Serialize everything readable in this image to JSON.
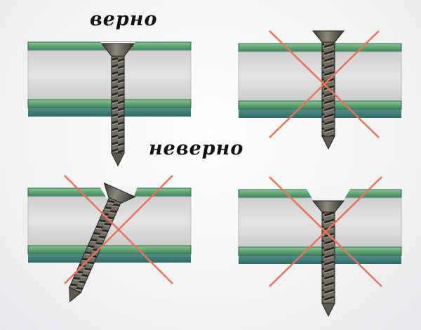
{
  "labels": {
    "correct": "верно",
    "incorrect": "неверно"
  },
  "colors": {
    "core": "#d8d8d8",
    "paper_green": "#6fb37c",
    "paper_dark": "#3f7f72",
    "screw": "#6b6a60",
    "screw_dark": "#2d2c27",
    "cross": "#e8745a"
  },
  "panels": [
    {
      "name": "correct-panel",
      "verdict": "correct",
      "crossed": false
    },
    {
      "name": "screw-not-countersunk-panel",
      "verdict": "incorrect",
      "crossed": true
    },
    {
      "name": "screw-angled-panel",
      "verdict": "incorrect",
      "crossed": true
    },
    {
      "name": "screw-too-deep-panel",
      "verdict": "incorrect",
      "crossed": true
    }
  ]
}
